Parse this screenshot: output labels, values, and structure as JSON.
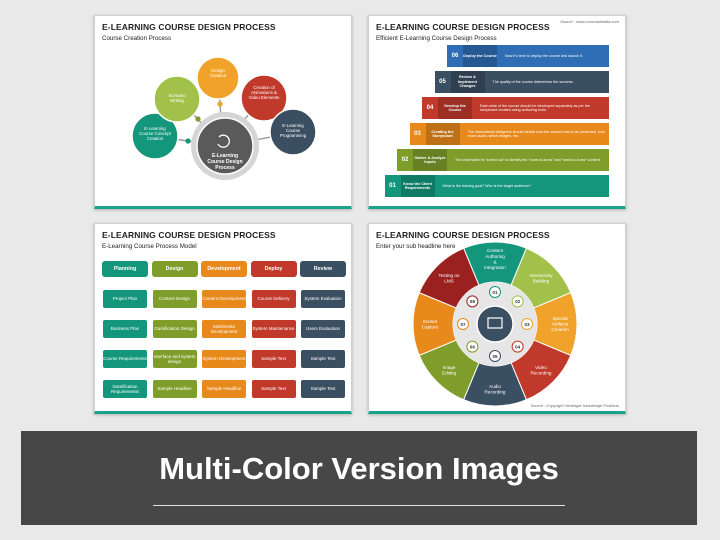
{
  "slide1": {
    "title": "E-LEARNING COURSE DESIGN PROCESS",
    "subtitle": "Course Creation Process",
    "center": "E-Learning Course Design Process",
    "nodes": [
      "Design Creation",
      "Creation of Animations & Video Elements",
      "E-Learning Course Programming",
      "E-Learning Course Concept Creation",
      "Scenario Writing"
    ]
  },
  "slide2": {
    "title": "E-LEARNING COURSE DESIGN PROCESS",
    "subtitle": "Efficient E-Learning Course Design Process",
    "source": "Source : www.commlabindia.com",
    "steps": [
      {
        "num": "06",
        "label": "Deploy the Course",
        "desc": "Now it's time to deploy the course and launch it.",
        "color": "#2f6db5"
      },
      {
        "num": "05",
        "label": "Review & Implement Changes",
        "desc": "The quality of the course determines the success.",
        "color": "#3b4f63"
      },
      {
        "num": "04",
        "label": "Develop the Course",
        "desc": "Each slide of the course should be developed separately as per the storyboard created using authoring tools.",
        "color": "#c0392b"
      },
      {
        "num": "03",
        "label": "Creating the Storyboard",
        "desc": "The instructional designers should decide how the content has to be presented, how much audio, which images, etc.",
        "color": "#e8891c"
      },
      {
        "num": "02",
        "label": "Gather & Analyze Inputs",
        "desc": "The information is \"sorted out\" to identify the \"more-to-know\" and \"need-to-know\" content.",
        "color": "#7e9d2b"
      },
      {
        "num": "01",
        "label": "Know the Client Requirements",
        "desc": "What is the training goal? Who is the target audience?",
        "color": "#14967c"
      }
    ]
  },
  "slide3": {
    "title": "E-LEARNING COURSE DESIGN PROCESS",
    "subtitle": "E-Learning Course Process Model",
    "columns": [
      {
        "head": "Planning",
        "color": "#14967c",
        "items": [
          "Project Plan",
          "Business Plan",
          "Course Requirements",
          "Gamification Requirements"
        ]
      },
      {
        "head": "Design",
        "color": "#7e9d2b",
        "items": [
          "Content Design",
          "Gamification Design",
          "Interface and system design",
          "Sample Headline"
        ]
      },
      {
        "head": "Development",
        "color": "#e8891c",
        "items": [
          "Content Development",
          "Multimedia Development",
          "System Development",
          "Sample Headline"
        ]
      },
      {
        "head": "Deploy",
        "color": "#c0392b",
        "items": [
          "Course Delivery",
          "System Maintenance",
          "Sample Text",
          "Sample Text"
        ]
      },
      {
        "head": "Review",
        "color": "#3b4f63",
        "items": [
          "System Evaluation",
          "Users Evaluation",
          "Sample Text",
          "Sample Text"
        ]
      }
    ]
  },
  "slide4": {
    "title": "E-LEARNING COURSE DESIGN PROCESS",
    "subtitle": "Enter your sub headline here",
    "source": "Source : Copyright Verbinger knowledge Products",
    "segments": [
      {
        "num": "01",
        "label": "Content Authoring & Integration",
        "color": "#14967c"
      },
      {
        "num": "02",
        "label": "Interactivity Building",
        "color": "#a1c14a"
      },
      {
        "num": "03",
        "label": "Special Artifacts Creation",
        "color": "#f0a22b"
      },
      {
        "num": "04",
        "label": "Video Recording",
        "color": "#c0392b"
      },
      {
        "num": "05",
        "label": "Audio Recording",
        "color": "#3b4f63"
      },
      {
        "num": "06",
        "label": "Image Editing",
        "color": "#7e9d2b"
      },
      {
        "num": "07",
        "label": "Screen Capture",
        "color": "#e8891c"
      },
      {
        "num": "08",
        "label": "Testing on LMS",
        "color": "#9b2020"
      }
    ]
  },
  "banner": {
    "title": "Multi-Color Version Images"
  }
}
